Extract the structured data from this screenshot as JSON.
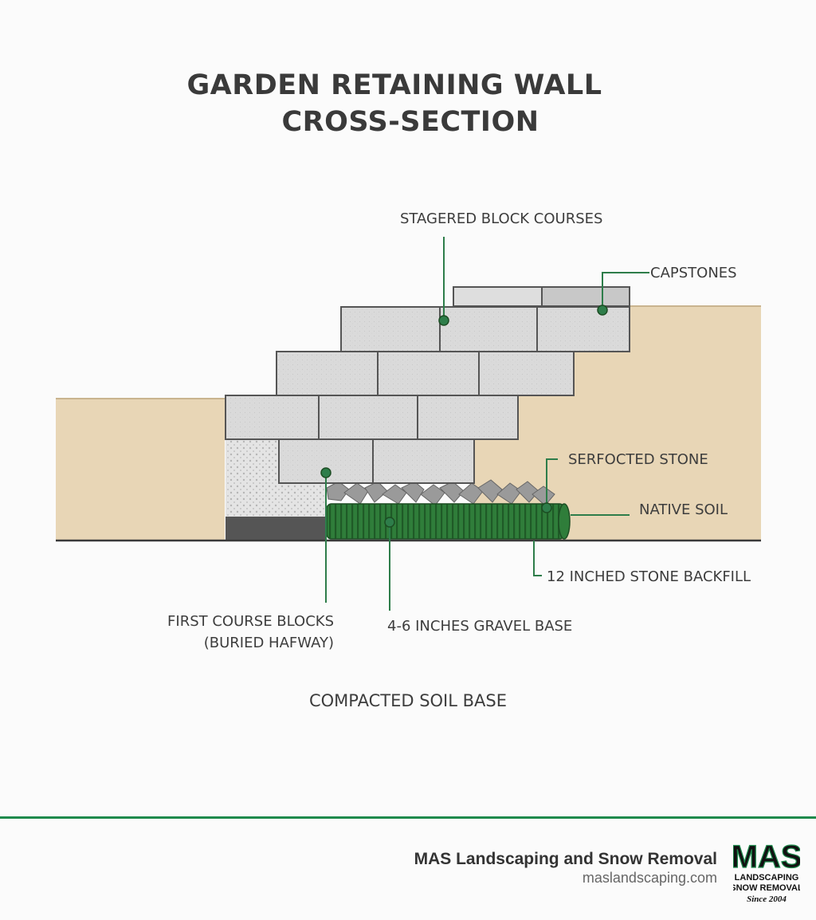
{
  "title": {
    "line1": "GARDEN RETAINING WALL",
    "line2": "CROSS-SECTION"
  },
  "labels": {
    "staggered": "STAGERED BLOCK COURSES",
    "capstones": "CAPSTONES",
    "serfocted": "SERFOCTED STONE",
    "native": "NATIVE SOIL",
    "backfill": "12 INCHED STONE BACKFILL",
    "first_course_1": "FIRST COURSE BLOCKS",
    "first_course_2": "(BURIED HAFWAY)",
    "gravel": "4-6 INCHES GRAVEL BASE",
    "compacted": "COMPACTED SOIL BASE"
  },
  "colors": {
    "soil": "#e8d6b6",
    "block": "#dcdcdc",
    "block_stroke": "#555555",
    "pipe": "#2f7d3a",
    "leader": "#2e7d4a",
    "accent": "#1e8a4c"
  },
  "footer": {
    "company": "MAS Landscaping and Snow Removal",
    "url": "maslandscaping.com",
    "logo_main": "MAS",
    "logo_line1": "LANDSCAPING",
    "logo_line2": "SNOW REMOVAL",
    "logo_since": "Since 2004"
  }
}
